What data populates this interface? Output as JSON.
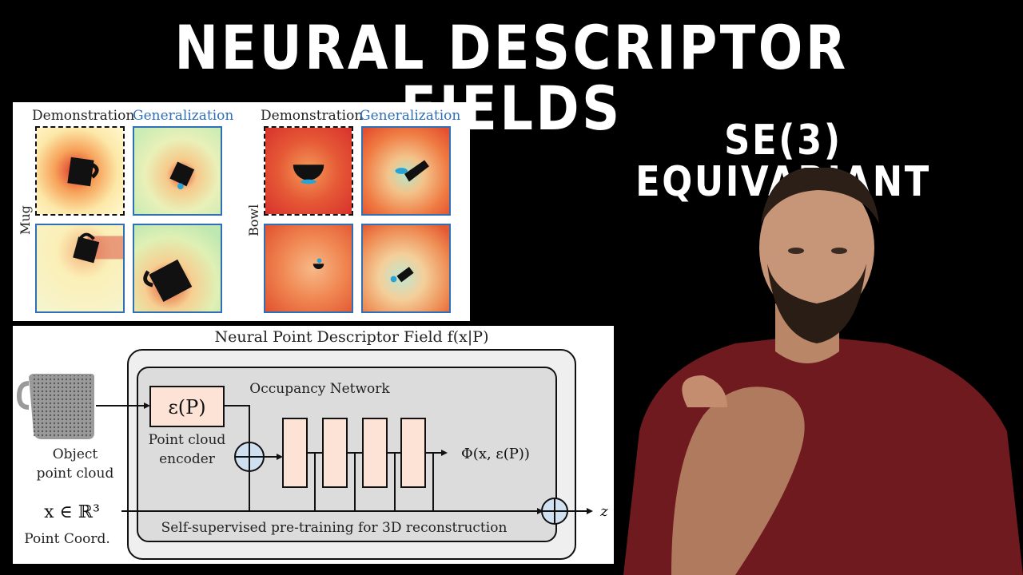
{
  "title": "NEURAL DESCRIPTOR FIELDS",
  "subtitle": "SE(3) EQUIVARIANT",
  "figure_top": {
    "mug": {
      "demonstration_label": "Demonstration",
      "generalization_label": "Generalization",
      "row_label": "Mug"
    },
    "bowl": {
      "demonstration_label": "Demonstration",
      "generalization_label": "Generalization",
      "row_label": "Bowl"
    }
  },
  "figure_bottom": {
    "title": "Neural Point Descriptor Field f(x|P)",
    "occupancy_network": "Occupancy Network",
    "encoder_symbol": "ε(P)",
    "encoder_label_line1": "Point cloud",
    "encoder_label_line2": "encoder",
    "object_label_line1": "Object",
    "object_label_line2": "point cloud",
    "point_input": "x ∈ ℝ³",
    "point_label": "Point Coord.",
    "output_phi": "Φ(x, ε(P))",
    "output_z": "z",
    "pretraining_label": "Self-supervised pre-training for 3D reconstruction"
  },
  "colors": {
    "background": "#000000",
    "title_text": "#ffffff",
    "generalization_blue": "#2f6fb7",
    "layer_fill": "#fde3d6",
    "inner_box": "#dcdcdc",
    "outer_box": "#efefef"
  }
}
